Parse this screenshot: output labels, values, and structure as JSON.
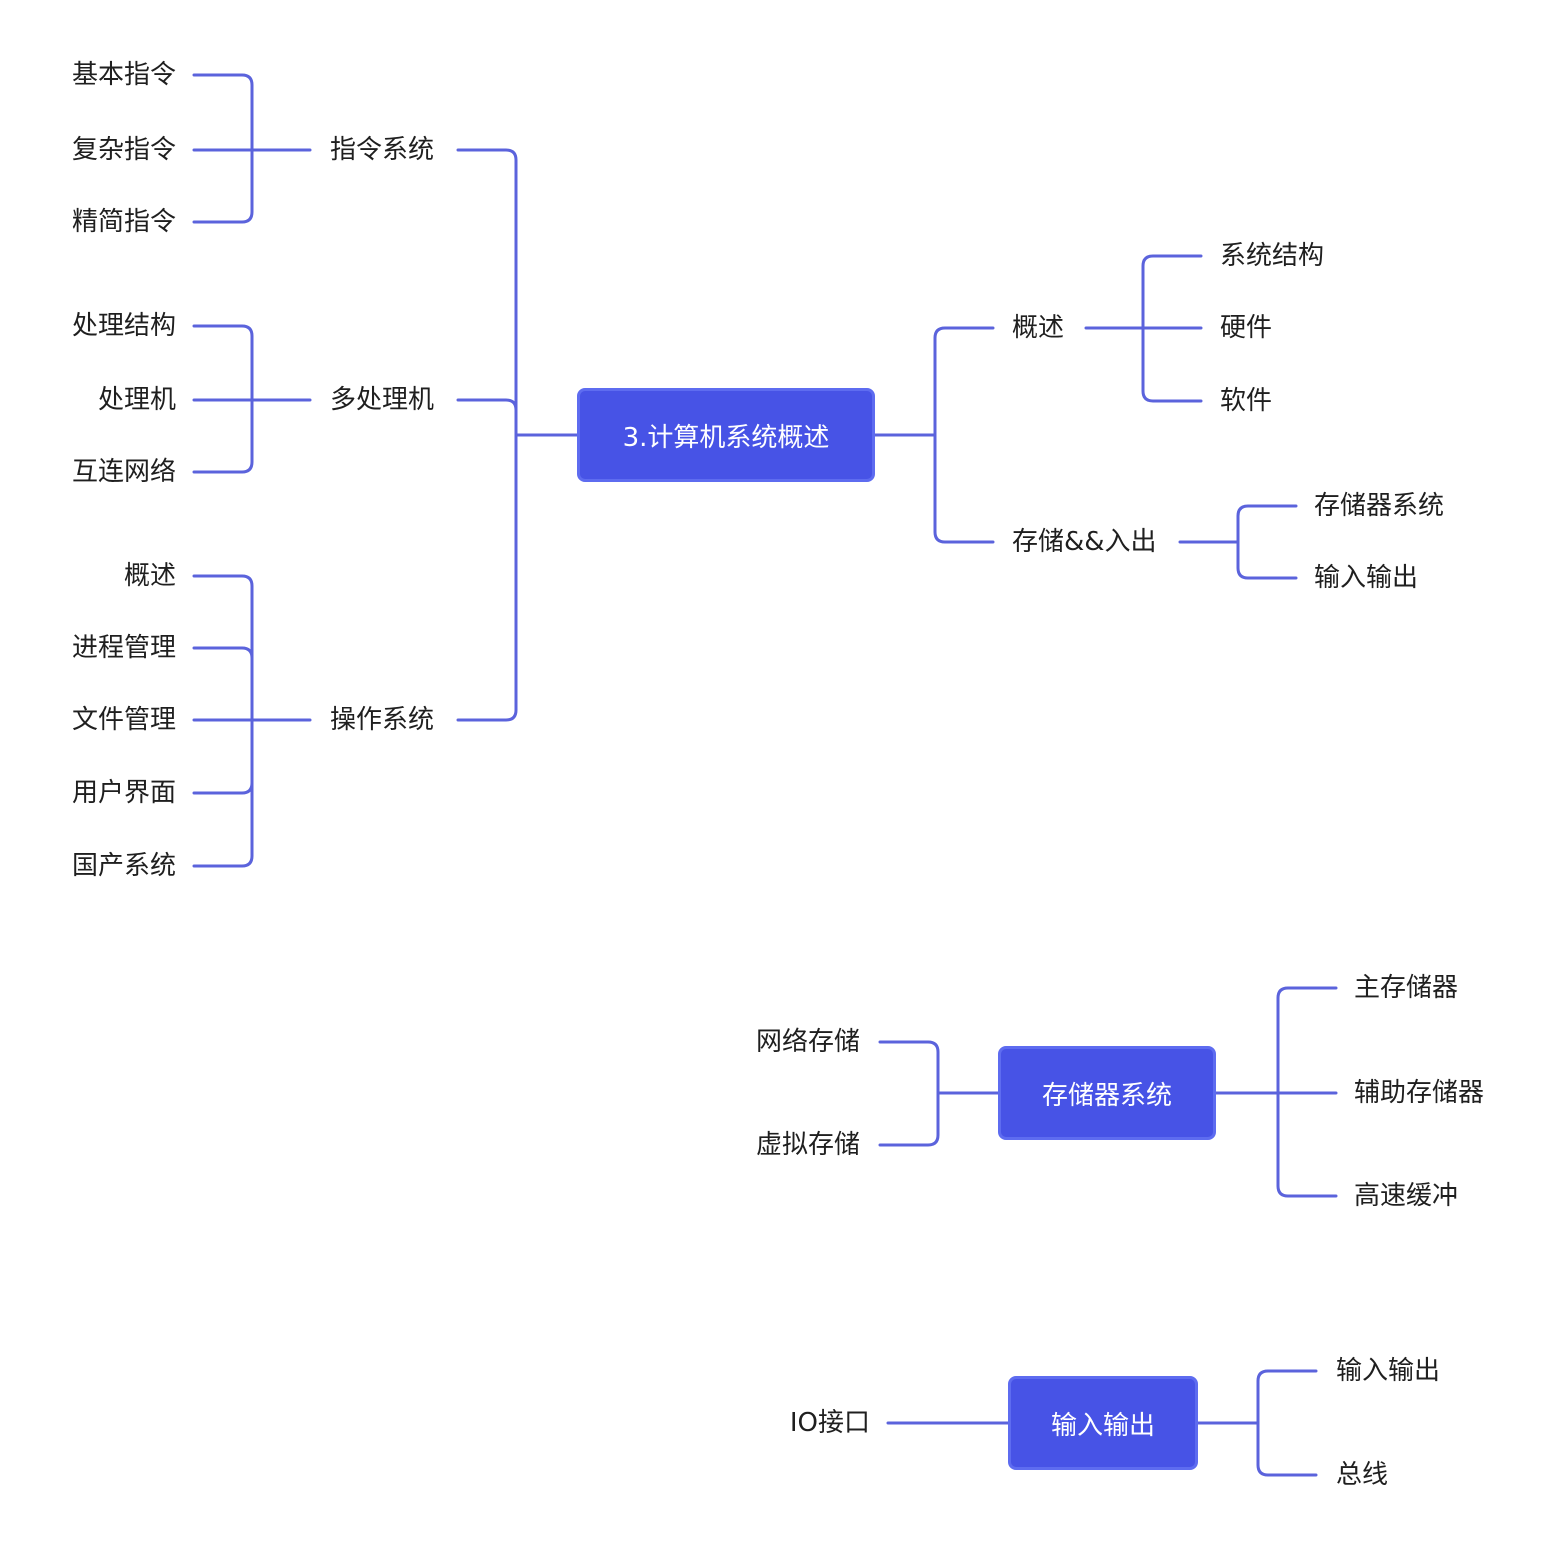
{
  "colors": {
    "accent": "#4753e6",
    "line": "#5b63dc"
  },
  "tree1": {
    "root": "3.计算机系统概述",
    "left": [
      {
        "label": "指令系统",
        "children": [
          "基本指令",
          "复杂指令",
          "精简指令"
        ]
      },
      {
        "label": "多处理机",
        "children": [
          "处理结构",
          "处理机",
          "互连网络"
        ]
      },
      {
        "label": "操作系统",
        "children": [
          "概述",
          "进程管理",
          "文件管理",
          "用户界面",
          "国产系统"
        ]
      }
    ],
    "right": [
      {
        "label": "概述",
        "children": [
          "系统结构",
          "硬件",
          "软件"
        ]
      },
      {
        "label": "存储&&入出",
        "children": [
          "存储器系统",
          "输入输出"
        ]
      }
    ]
  },
  "tree2": {
    "root": "存储器系统",
    "left": [
      "网络存储",
      "虚拟存储"
    ],
    "right": [
      "主存储器",
      "辅助存储器",
      "高速缓冲"
    ]
  },
  "tree3": {
    "root": "输入输出",
    "left": [
      "IO接口"
    ],
    "right": [
      "输入输出",
      "总线"
    ]
  }
}
